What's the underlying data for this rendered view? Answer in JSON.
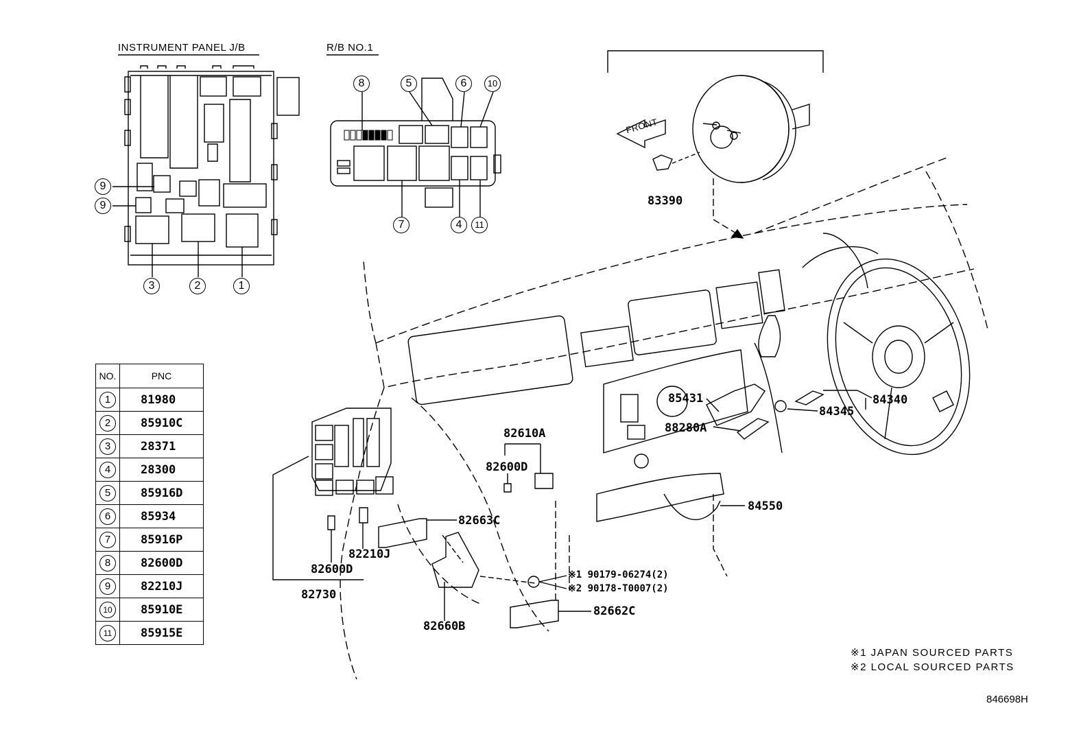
{
  "headers": {
    "instrument_panel_jb": "INSTRUMENT PANEL J/B",
    "rb_no1": "R/B NO.1",
    "front": "FRONT"
  },
  "table": {
    "col_no": "NO.",
    "col_pnc": "PNC",
    "rows": [
      {
        "no": "1",
        "pnc": "81980"
      },
      {
        "no": "2",
        "pnc": "85910C"
      },
      {
        "no": "3",
        "pnc": "28371"
      },
      {
        "no": "4",
        "pnc": "28300"
      },
      {
        "no": "5",
        "pnc": "85916D"
      },
      {
        "no": "6",
        "pnc": "85934"
      },
      {
        "no": "7",
        "pnc": "85916P"
      },
      {
        "no": "8",
        "pnc": "82600D"
      },
      {
        "no": "9",
        "pnc": "82210J"
      },
      {
        "no": "10",
        "pnc": "85910E"
      },
      {
        "no": "11",
        "pnc": "85915E"
      }
    ]
  },
  "callouts_jb": {
    "c9a": "9",
    "c9b": "9",
    "c3": "3",
    "c2": "2",
    "c1": "1"
  },
  "callouts_rb": {
    "c8": "8",
    "c5": "5",
    "c6": "6",
    "c10": "10",
    "c7": "7",
    "c4": "4",
    "c11": "11"
  },
  "part_labels": {
    "p83390": "83390",
    "p85431": "85431",
    "p84340": "84340",
    "p84345": "84345",
    "p88280A": "88280A",
    "p82610A": "82610A",
    "p82600D_upper": "82600D",
    "p84550": "84550",
    "p82663C": "82663C",
    "p82210J": "82210J",
    "p82600D_lower": "82600D",
    "p82730": "82730",
    "p82660B": "82660B",
    "p82662C": "82662C",
    "fastener1": "※1 90179-06274(2)",
    "fastener2": "※2 90178-T0007(2)"
  },
  "notes": {
    "note1": "※1 JAPAN SOURCED PARTS",
    "note2": "※2 LOCAL SOURCED PARTS"
  },
  "diagram_id": "846698H"
}
